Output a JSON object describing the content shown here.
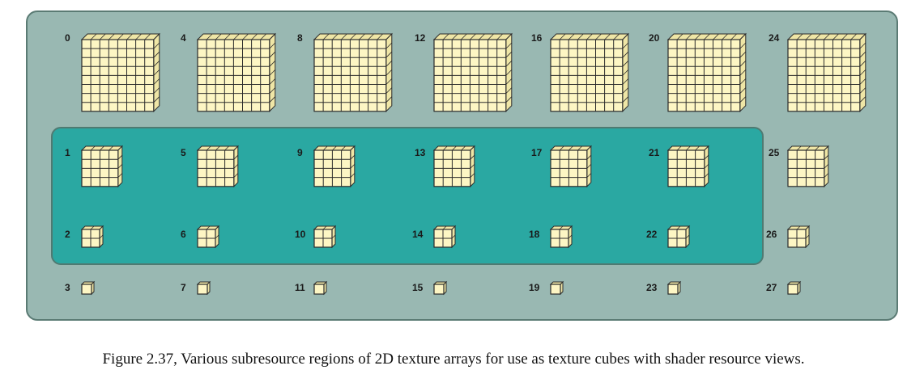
{
  "caption": "Figure 2.37, Various subresource regions of 2D texture arrays for use as texture cubes with shader resource views.",
  "colors": {
    "outer_panel": "#99b8b2",
    "inner_panel": "#2aa8a2",
    "cube_face": "#fdf6c4",
    "cube_side": "#efe6a6",
    "cube_grid": "#2b2b2b"
  },
  "columns": [
    {
      "mips": [
        {
          "index": "0"
        },
        {
          "index": "1"
        },
        {
          "index": "2"
        },
        {
          "index": "3"
        }
      ]
    },
    {
      "mips": [
        {
          "index": "4"
        },
        {
          "index": "5"
        },
        {
          "index": "6"
        },
        {
          "index": "7"
        }
      ]
    },
    {
      "mips": [
        {
          "index": "8"
        },
        {
          "index": "9"
        },
        {
          "index": "10"
        },
        {
          "index": "11"
        }
      ]
    },
    {
      "mips": [
        {
          "index": "12"
        },
        {
          "index": "13"
        },
        {
          "index": "14"
        },
        {
          "index": "15"
        }
      ]
    },
    {
      "mips": [
        {
          "index": "16"
        },
        {
          "index": "17"
        },
        {
          "index": "18"
        },
        {
          "index": "19"
        }
      ]
    },
    {
      "mips": [
        {
          "index": "20"
        },
        {
          "index": "21"
        },
        {
          "index": "22"
        },
        {
          "index": "23"
        }
      ]
    },
    {
      "mips": [
        {
          "index": "24"
        },
        {
          "index": "25"
        },
        {
          "index": "26"
        },
        {
          "index": "27"
        }
      ]
    }
  ]
}
